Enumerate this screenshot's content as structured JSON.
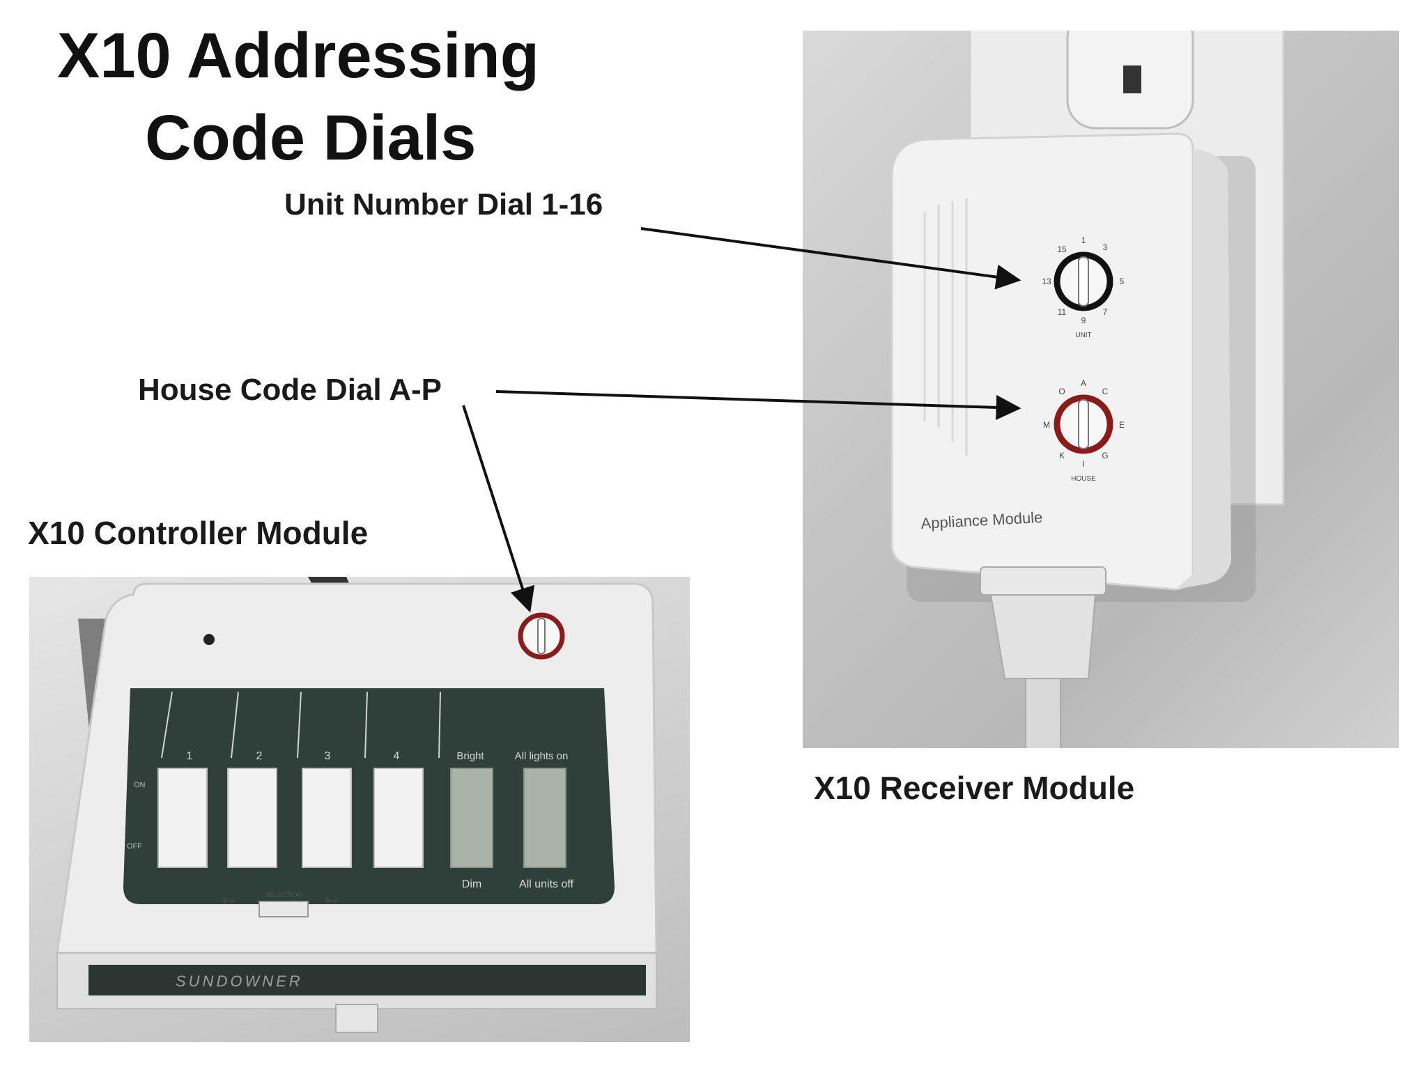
{
  "title": {
    "line1": "X10 Addressing",
    "line2": "Code Dials"
  },
  "callouts": {
    "unit_dial": "Unit Number Dial 1-16",
    "house_dial": "House Code Dial A-P"
  },
  "captions": {
    "controller": "X10 Controller Module",
    "receiver": "X10 Receiver Module"
  },
  "receiver": {
    "module_label": "Appliance Module",
    "unit_dial_numbers": [
      "1",
      "3",
      "5",
      "7",
      "9",
      "11",
      "13",
      "15"
    ],
    "unit_dial_caption": "UNIT",
    "house_dial_letters": [
      "A",
      "C",
      "E",
      "G",
      "I",
      "K",
      "M",
      "O"
    ],
    "house_dial_caption": "HOUSE"
  },
  "controller": {
    "switch_numbers": [
      "1",
      "2",
      "3",
      "4"
    ],
    "bright_label": "Bright",
    "all_lights_on_label": "All lights on",
    "dim_label": "Dim",
    "all_units_off_label": "All units off",
    "on_label": "ON",
    "off_label": "OFF",
    "selector_label": "SELECTOR",
    "selector_left": "1~4",
    "selector_right": "5~8",
    "brand": "SUNDOWNER"
  },
  "colors": {
    "dial_ring_red": "#8b1a1a",
    "panel_dark": "#2f3f3a",
    "arrow": "#111111"
  }
}
